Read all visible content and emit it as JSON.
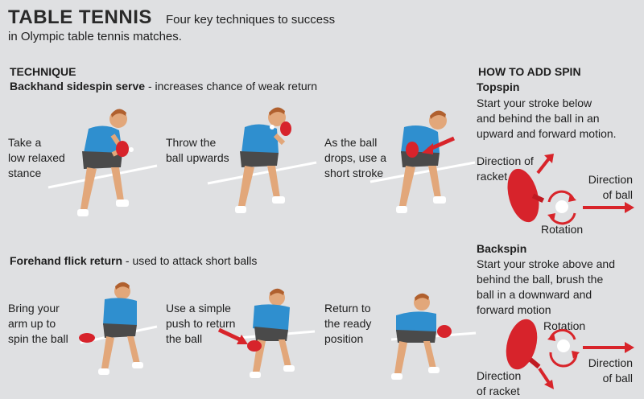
{
  "header": {
    "title": "TABLE TENNIS",
    "subtitle_line1": "Four key techniques to success",
    "subtitle_line2": "in Olympic table tennis matches."
  },
  "technique": {
    "heading": "TECHNIQUE",
    "serve": {
      "name": "Backhand sidespin serve",
      "desc": " - increases chance of weak return",
      "steps": [
        [
          "Take a",
          "low relaxed",
          "stance"
        ],
        [
          "Throw the",
          "ball upwards"
        ],
        [
          "As the ball",
          "drops, use a",
          "short stroke"
        ]
      ]
    },
    "flick": {
      "name": "Forehand flick return",
      "desc": " - used to attack short balls",
      "steps": [
        [
          "Bring your",
          "arm up to",
          "spin the ball"
        ],
        [
          "Use a simple",
          "push to return",
          "the ball"
        ],
        [
          "Return to",
          "the ready",
          "position"
        ]
      ]
    }
  },
  "spin": {
    "heading": "HOW TO ADD SPIN",
    "topspin": {
      "title": "Topspin",
      "desc": [
        "Start your stroke below",
        "and behind the ball in an",
        "upward and forward motion."
      ],
      "racket_label": [
        "Direction of",
        "racket"
      ],
      "ball_label": [
        "Direction",
        "of ball"
      ],
      "rotation_label": "Rotation"
    },
    "backspin": {
      "title": "Backspin",
      "desc": [
        "Start your stroke above and",
        "behind the ball, brush the",
        "ball in a downward and",
        "forward motion"
      ],
      "rotation_label": "Rotation",
      "ball_label": [
        "Direction",
        "of ball"
      ],
      "racket_label": [
        "Direction",
        "of racket"
      ]
    }
  },
  "colors": {
    "background": "#dfe0e2",
    "shirt": "#2f8fcf",
    "shorts": "#4a4a4a",
    "skin": "#e2a77a",
    "hair": "#b0602e",
    "racket": "#d7232b",
    "arrow": "#d8242a"
  }
}
